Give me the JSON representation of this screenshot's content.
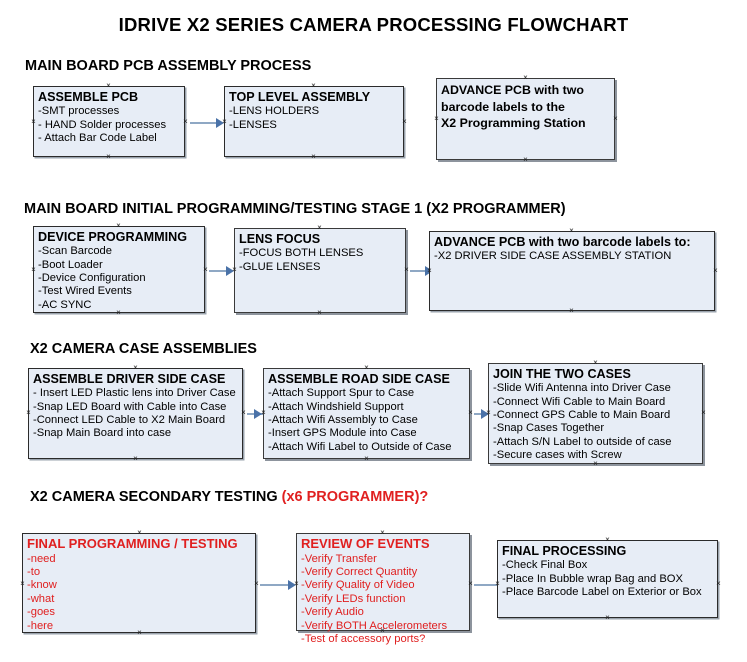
{
  "document": {
    "title": "IDRIVE X2  SERIES CAMERA PROCESSING FLOWCHART"
  },
  "sections": [
    {
      "id": "main-board-pcb-assembly",
      "heading": "MAIN BOARD PCB ASSEMBLY PROCESS",
      "heading_red": "",
      "nodes": [
        {
          "title": "ASSEMBLE PCB",
          "items": [
            "-SMT processes",
            "- HAND Solder processes",
            "- Attach Bar Code Label"
          ]
        },
        {
          "title": "TOP LEVEL ASSEMBLY",
          "items": [
            "-LENS HOLDERS",
            "-LENSES"
          ]
        },
        {
          "title": "ADVANCE PCB with two",
          "items": [
            "barcode labels to the",
            " X2 Programming Station"
          ]
        }
      ]
    },
    {
      "id": "main-board-initial-programming",
      "heading": "MAIN BOARD INITIAL PROGRAMMING/TESTING STAGE 1 (X2 PROGRAMMER)",
      "heading_red": "",
      "nodes": [
        {
          "title": "DEVICE PROGRAMMING",
          "items": [
            "-Scan Barcode",
            "-Boot Loader",
            "-Device Configuration",
            "-Test Wired Events",
            "-AC SYNC"
          ]
        },
        {
          "title": "LENS FOCUS",
          "items": [
            "-FOCUS BOTH LENSES",
            "-GLUE LENSES"
          ]
        },
        {
          "title": "ADVANCE PCB with two barcode labels to:",
          "items": [
            "-X2 DRIVER  SIDE  CASE  ASSEMBLY STATION"
          ]
        }
      ]
    },
    {
      "id": "x2-camera-case-assemblies",
      "heading": "X2 CAMERA CASE ASSEMBLIES",
      "heading_red": "",
      "nodes": [
        {
          "title": "ASSEMBLE DRIVER SIDE CASE",
          "items": [
            "- Insert LED Plastic lens into Driver Case",
            "-Snap LED Board with Cable into Case",
            "-Connect LED Cable to X2 Main Board",
            "-Snap Main Board into case"
          ]
        },
        {
          "title": "ASSEMBLE ROAD SIDE CASE",
          "items": [
            "-Attach Support Spur to Case",
            "-Attach Windshield Support",
            "-Attach Wifi Assembly to Case",
            "-Insert GPS Module into Case",
            "-Attach Wifi Label to Outside of Case"
          ]
        },
        {
          "title": "JOIN THE TWO CASES",
          "items": [
            "-Slide Wifi Antenna into Driver Case",
            "-Connect Wifi Cable to Main Board",
            "-Connect GPS Cable to Main Board",
            "-Snap Cases Together",
            "-Attach S/N Label to outside of case",
            "-Secure cases with Screw"
          ]
        }
      ]
    },
    {
      "id": "x2-camera-secondary-testing",
      "heading": "X2 CAMERA SECONDARY TESTING ",
      "heading_red": "(x6 PROGRAMMER)?",
      "nodes": [
        {
          "title": "FINAL PROGRAMMING / TESTING",
          "items": [
            "-need",
            "-to",
            "-know",
            "-what",
            "-goes",
            "-here"
          ]
        },
        {
          "title": "REVIEW OF EVENTS",
          "items": [
            "-Verify Transfer",
            "-Verify Correct Quantity",
            "-Verify Quality of Video",
            "-Verify LEDs function",
            "-Verify Audio",
            "-Verify BOTH Accelerometers",
            "-Test of accessory ports?"
          ]
        },
        {
          "title": "FINAL PROCESSING",
          "items": [
            " -Check Final Box",
            "-Place In Bubble wrap Bag and BOX",
            "-Place Barcode Label on Exterior or Box"
          ]
        }
      ]
    }
  ],
  "colors": {
    "node_fill": "#e7edf6",
    "node_border": "#2b2b2b",
    "connector": "#8fa8c4",
    "arrow": "#4a72a8",
    "red_text": "#e02020",
    "background": "#ffffff"
  }
}
